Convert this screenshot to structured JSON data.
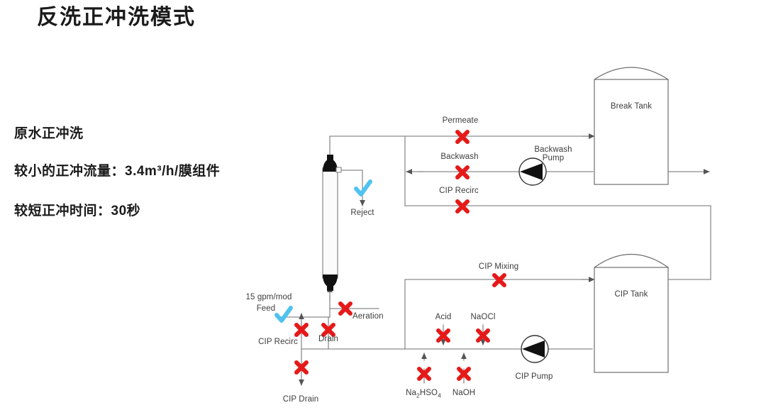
{
  "slide": {
    "title": "反洗正冲洗模式",
    "body_lines": [
      "原水正冲洗",
      "较小的正冲流量：3.4m³/h/膜组件",
      "较短正冲时间：30秒"
    ]
  },
  "colors": {
    "pipe": "#8c8c8c",
    "valve_closed": "#e61919",
    "valve_open": "#4fc3f0",
    "text": "#3c3c3c",
    "equipment_stroke": "#6e6e6e",
    "module_cap": "#111111",
    "background": "#ffffff"
  },
  "diagram": {
    "equipment": [
      {
        "name": "membrane-module",
        "label": ""
      },
      {
        "name": "break-tank",
        "label": "Break Tank"
      },
      {
        "name": "cip-tank",
        "label": "CIP Tank"
      },
      {
        "name": "backwash-pump",
        "label": "Backwash\nPump"
      },
      {
        "name": "cip-pump",
        "label": "CIP Pump"
      }
    ],
    "stream_labels": [
      {
        "name": "permeate",
        "label": "Permeate",
        "state": "closed"
      },
      {
        "name": "backwash",
        "label": "Backwash",
        "state": "closed"
      },
      {
        "name": "cip-recirc-upper",
        "label": "CIP Recirc",
        "state": "closed"
      },
      {
        "name": "reject",
        "label": "Reject",
        "state": "open"
      },
      {
        "name": "cip-mixing",
        "label": "CIP Mixing",
        "state": "closed"
      },
      {
        "name": "feed",
        "label": "15 gpm/mod\nFeed",
        "state": "open"
      },
      {
        "name": "aeration",
        "label": "Aeration",
        "state": "closed"
      },
      {
        "name": "drain",
        "label": "Drain",
        "state": "closed"
      },
      {
        "name": "cip-recirc-lower",
        "label": "CIP Recirc",
        "state": "closed"
      },
      {
        "name": "cip-drain",
        "label": "CIP Drain",
        "state": "closed"
      },
      {
        "name": "acid",
        "label": "Acid",
        "state": "closed"
      },
      {
        "name": "naocl",
        "label": "NaOCl",
        "state": "closed"
      },
      {
        "name": "na2hso4",
        "label": "Na2HSO4",
        "state": "closed"
      },
      {
        "name": "naoh",
        "label": "NaOH",
        "state": "closed"
      }
    ],
    "labels": {
      "permeate": "Permeate",
      "backwash": "Backwash",
      "backwash_pump": "Backwash",
      "backwash_pump2": "Pump",
      "cip_recirc_upper": "CIP Recirc",
      "reject": "Reject",
      "break_tank": "Break Tank",
      "cip_tank": "CIP Tank",
      "cip_mixing": "CIP Mixing",
      "feed_rate": "15 gpm/mod",
      "feed": "Feed",
      "aeration": "Aeration",
      "drain": "Drain",
      "cip_recirc_lower": "CIP Recirc",
      "cip_drain": "CIP Drain",
      "acid": "Acid",
      "naocl": "NaOCl",
      "naoh": "NaOH",
      "cip_pump": "CIP Pump",
      "na2hso4_a": "Na",
      "na2hso4_b": "2",
      "na2hso4_c": "HSO",
      "na2hso4_d": "4"
    }
  }
}
